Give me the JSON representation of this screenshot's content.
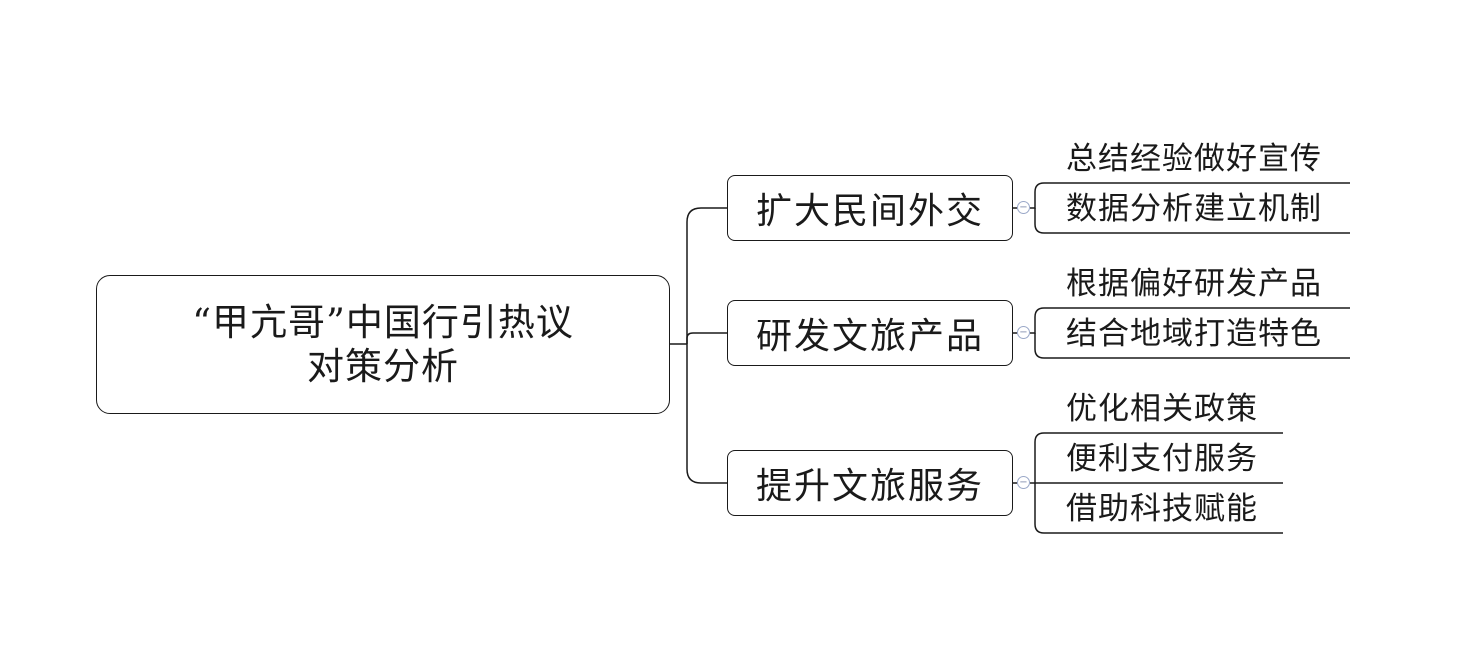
{
  "mindmap": {
    "root": {
      "title": "“甲亢哥”中国行引热议\n对策分析"
    },
    "branches": [
      {
        "label": "扩大民间外交",
        "collapse_icon": "minus-circle-icon",
        "children": [
          "总结经验做好宣传",
          "数据分析建立机制"
        ]
      },
      {
        "label": "研发文旅产品",
        "collapse_icon": "minus-circle-icon",
        "children": [
          "根据偏好研发产品",
          "结合地域打造特色"
        ]
      },
      {
        "label": "提升文旅服务",
        "collapse_icon": "minus-circle-icon",
        "children": [
          "优化相关政策",
          "便利支付服务",
          "借助科技赋能"
        ]
      }
    ],
    "colors": {
      "line": "#1a1a1a",
      "collapse": "#9aa8c8"
    }
  }
}
